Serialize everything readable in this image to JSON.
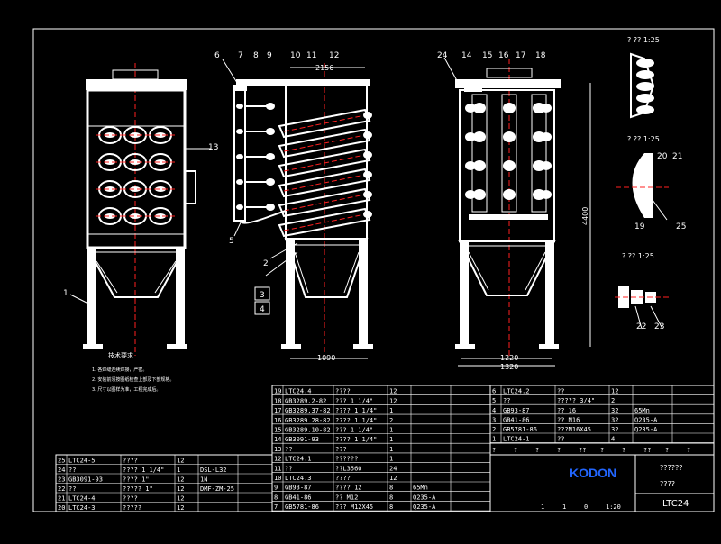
{
  "drawing_title": "LTC24",
  "title_unknown": "????",
  "title_unknown2": "??????",
  "logo_text": "KODON",
  "callouts": {
    "c1": "1",
    "c2": "2",
    "c3": "3",
    "c4": "4",
    "c5": "5",
    "c6": "6",
    "c7": "7",
    "c8": "8",
    "c9": "9",
    "c10": "10",
    "c11": "11",
    "c12": "12",
    "c13": "13",
    "c14": "14",
    "c15": "15",
    "c16": "16",
    "c17": "17",
    "c18": "18",
    "c19": "19",
    "c20": "20",
    "c21": "21",
    "c22": "22",
    "c23": "23",
    "c24": "24",
    "c25": "25"
  },
  "dimensions": {
    "d2156": "2156",
    "d1090": "1090",
    "d1220": "1220",
    "d1320": "1320",
    "d4400": "4400"
  },
  "detail_labels": {
    "det1": "? ?? 1:25",
    "det2": "? ?? 1:25",
    "det3": "? ?? 1:25"
  },
  "notes": {
    "title": "技术要求",
    "n1": "1. 各焊缝连续焊接，严密。",
    "n2": "2. 安装前须按图纸检查上部及下部规格。",
    "n3": "3. 尺寸以图样为准，工程完成后。"
  },
  "bom_left": [
    [
      "25",
      "LTC24-5",
      "????",
      "12",
      "",
      ""
    ],
    [
      "24",
      "??",
      "???? 1 1/4\"",
      "1",
      "DSL-L32",
      ""
    ],
    [
      "23",
      "GB3091-93",
      "???? 1\"",
      "12",
      "1N",
      ""
    ],
    [
      "22",
      "??",
      "????? 1\"",
      "12",
      "DMF-ZM-25",
      ""
    ],
    [
      "21",
      "LTC24-4",
      "????",
      "12",
      "",
      ""
    ],
    [
      "20",
      "LTC24-3",
      "?????",
      "12",
      "",
      ""
    ]
  ],
  "bom_mid": [
    [
      "19",
      "LTC24.4",
      "????",
      "12",
      "",
      ""
    ],
    [
      "18",
      "GB3289.2-82",
      "??? 1 1/4\"",
      "12",
      "",
      ""
    ],
    [
      "17",
      "GB3289.37-82",
      "???? 1 1/4\"",
      "1",
      "",
      ""
    ],
    [
      "16",
      "GB3289.28-82",
      "???? 1 1/4\"",
      "2",
      "",
      ""
    ],
    [
      "15",
      "GB3289.10-82",
      "??? 1 1/4\"",
      "1",
      "",
      ""
    ],
    [
      "14",
      "GB3091-93",
      "???? 1 1/4\"",
      "1",
      "",
      ""
    ],
    [
      "13",
      "??",
      "???",
      "1",
      "",
      ""
    ],
    [
      "12",
      "LTC24.1",
      "??????",
      "1",
      "",
      ""
    ],
    [
      "11",
      "??",
      "??L3560",
      "24",
      "",
      ""
    ],
    [
      "10",
      "LTC24.3",
      "????",
      "12",
      "",
      ""
    ],
    [
      "9",
      "GB93-87",
      "???? 12",
      "8",
      "65Mn",
      ""
    ],
    [
      "8",
      "GB41-86",
      "?? M12",
      "8",
      "Q235-A",
      ""
    ],
    [
      "7",
      "GB5781-86",
      "??? M12X45",
      "8",
      "Q235-A",
      ""
    ]
  ],
  "bom_right": [
    [
      "6",
      "LTC24.2",
      "??",
      "12",
      "",
      ""
    ],
    [
      "5",
      "??",
      "????? 3/4\"",
      "2",
      "",
      ""
    ],
    [
      "4",
      "GB93-87",
      "?? 16",
      "32",
      "65Mn",
      ""
    ],
    [
      "3",
      "GB41-86",
      "?? M16",
      "32",
      "Q235-A",
      ""
    ],
    [
      "2",
      "GB5781-86",
      "???M16X45",
      "32",
      "Q235-A",
      ""
    ],
    [
      "1",
      "LTC24-1",
      "??",
      "4",
      "",
      ""
    ]
  ],
  "title_block_row": [
    "?",
    "?",
    "?",
    "?",
    "??",
    "?",
    "?",
    "??",
    "?",
    "?"
  ],
  "title_block_vals": [
    "1",
    "1",
    "0",
    "1:20"
  ]
}
